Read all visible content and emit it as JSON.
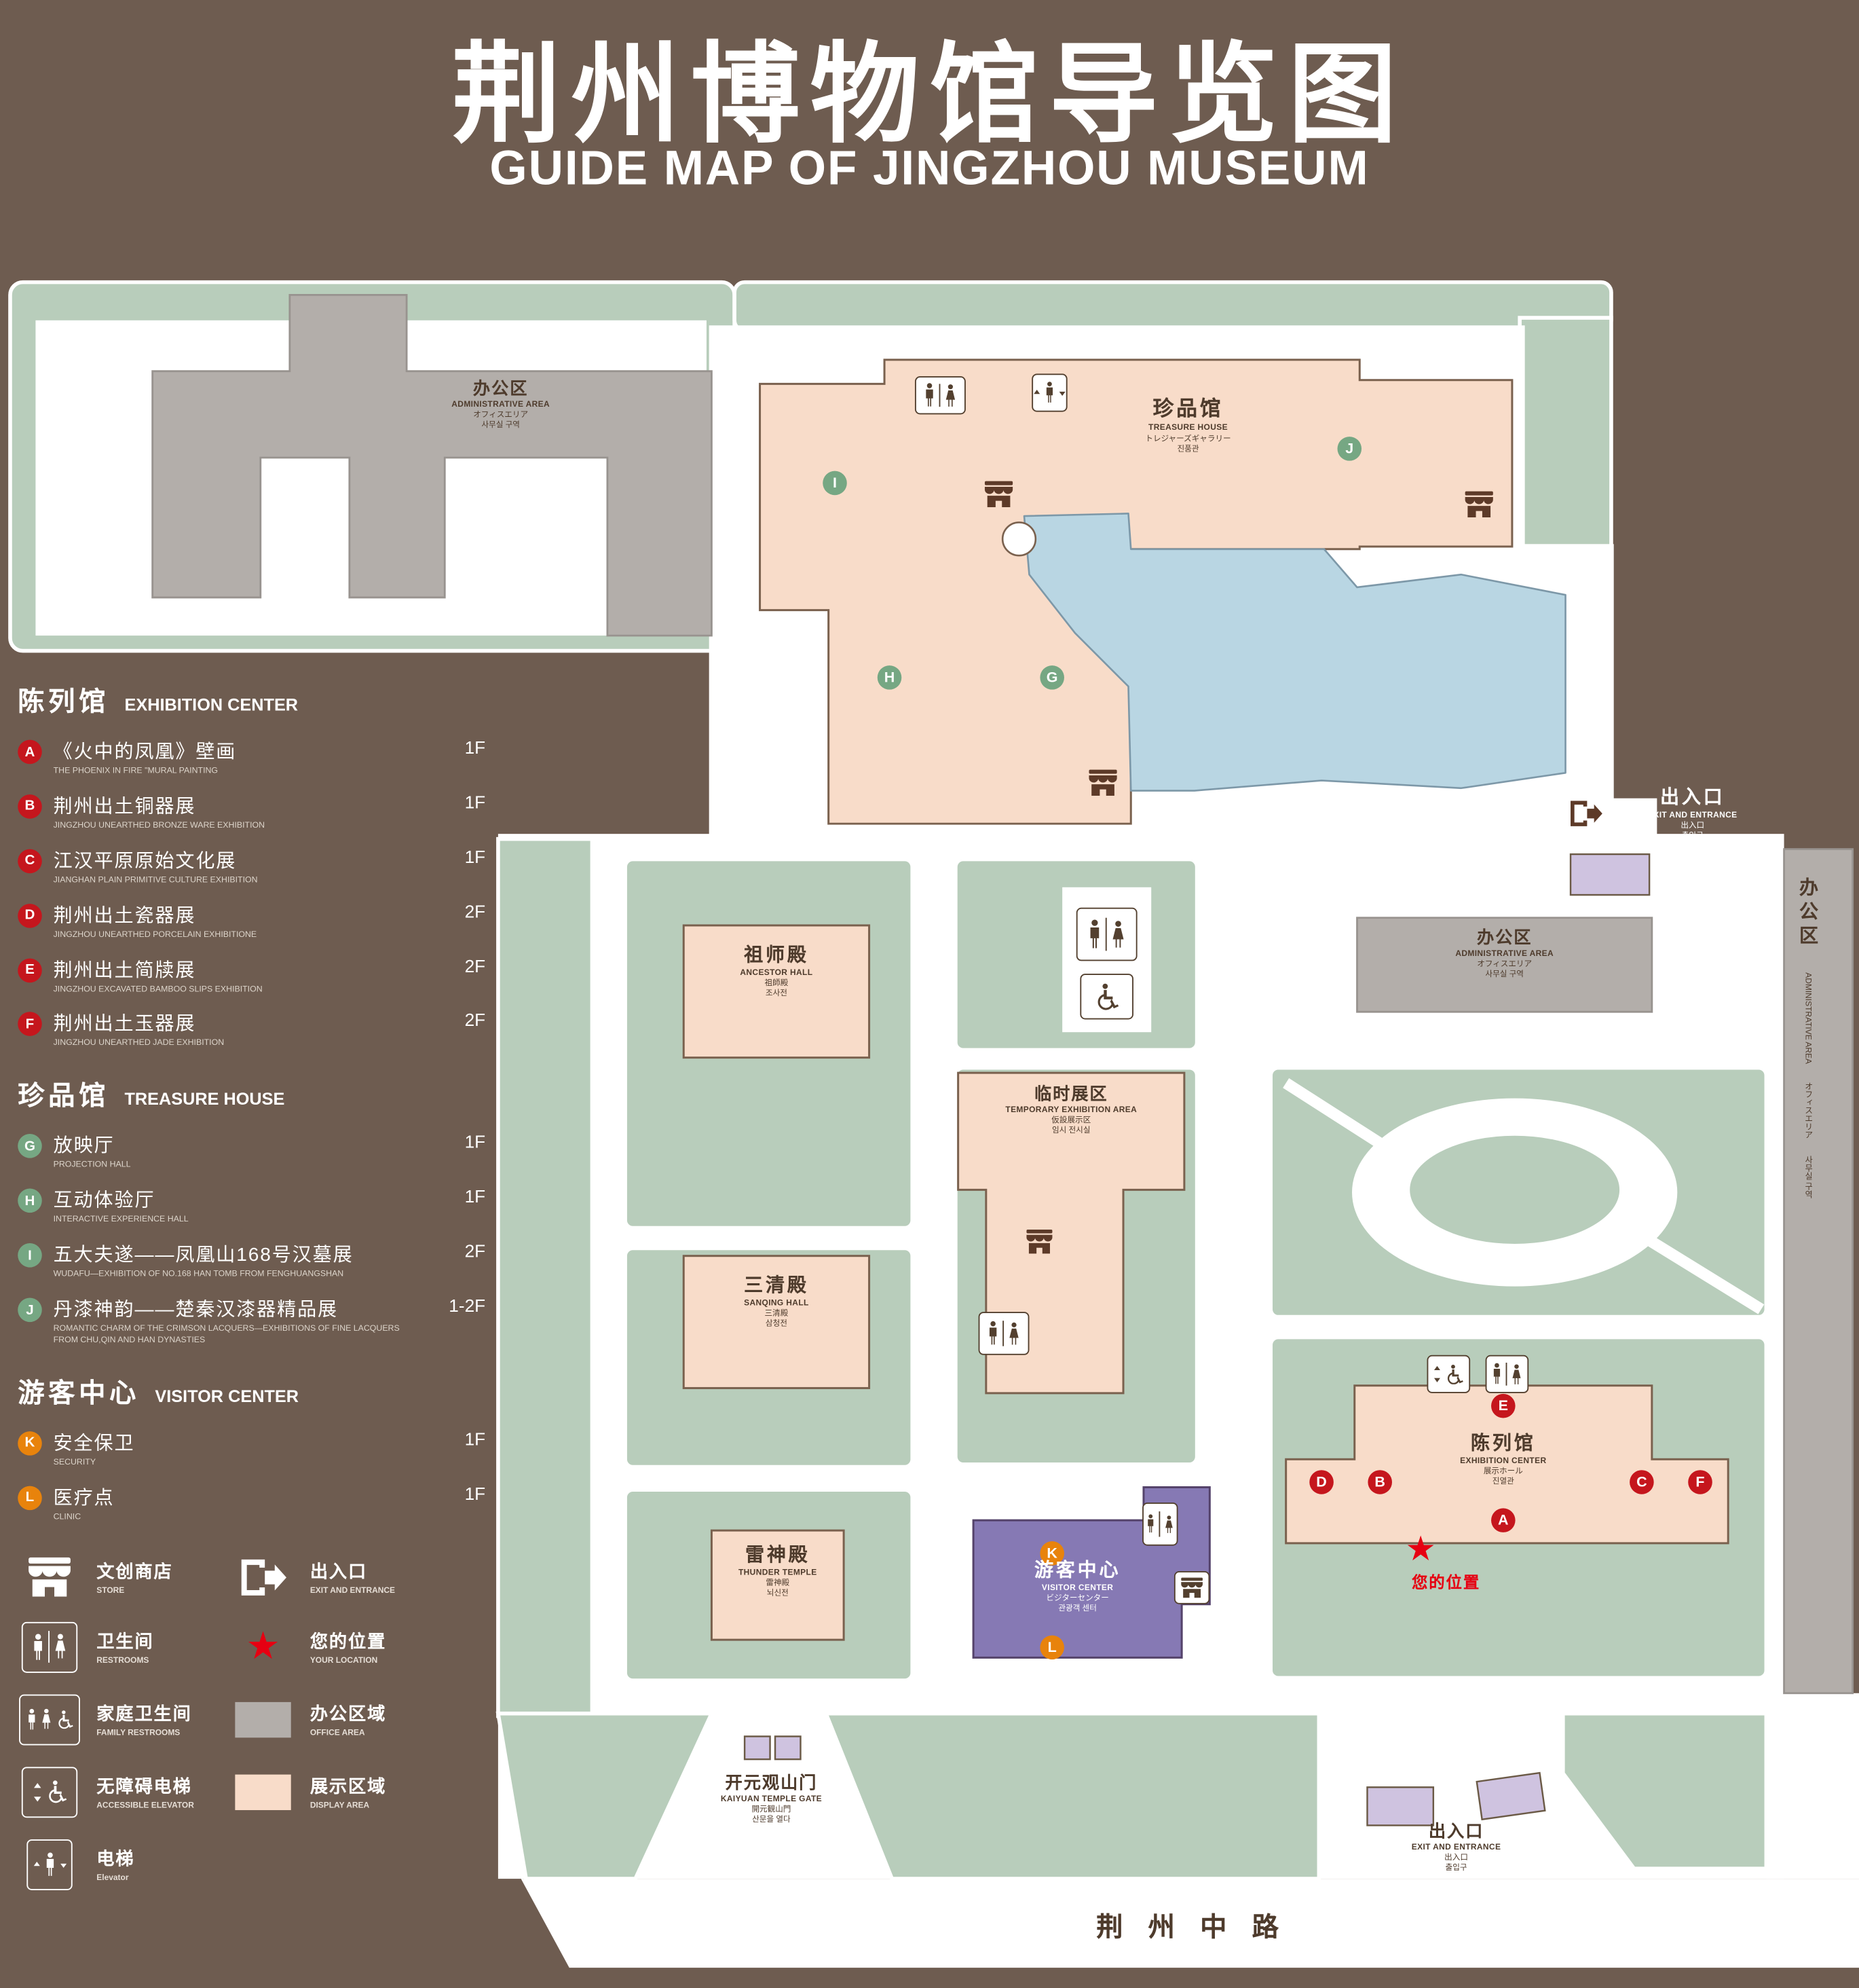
{
  "title": {
    "zh": "荆州博物馆导览图",
    "en": "GUIDE MAP OF JINGZHOU MUSEUM"
  },
  "colors": {
    "background": "#6e5c50",
    "landscape": "#b8cdbb",
    "display_area": "#f8dcc9",
    "office_area": "#b3aeaa",
    "water": "#b9d6e3",
    "visitor_center": "#8679b4",
    "entrance": "#cfc3e0",
    "marker_red": "#c5161d",
    "marker_green": "#76a783",
    "marker_orange": "#e8830c",
    "your_location_red": "#e60012"
  },
  "icons": {
    "star": "★"
  },
  "legend": {
    "sections": [
      {
        "zh": "陈列馆",
        "en": "EXHIBITION CENTER",
        "items": [
          {
            "letter": "A",
            "zh": "《火中的凤凰》壁画",
            "en": "THE PHOENIX IN FIRE \"MURAL PAINTING",
            "floor": "1F"
          },
          {
            "letter": "B",
            "zh": "荆州出土铜器展",
            "en": "JINGZHOU UNEARTHED BRONZE WARE EXHIBITION",
            "floor": "1F"
          },
          {
            "letter": "C",
            "zh": "江汉平原原始文化展",
            "en": "JIANGHAN PLAIN PRIMITIVE CULTURE EXHIBITION",
            "floor": "1F"
          },
          {
            "letter": "D",
            "zh": "荆州出土瓷器展",
            "en": "JINGZHOU UNEARTHED PORCELAIN EXHIBITIONE",
            "floor": "2F"
          },
          {
            "letter": "E",
            "zh": "荆州出土简牍展",
            "en": "JINGZHOU EXCAVATED BAMBOO SLIPS EXHIBITION",
            "floor": "2F"
          },
          {
            "letter": "F",
            "zh": "荆州出土玉器展",
            "en": "JINGZHOU UNEARTHED JADE EXHIBITION",
            "floor": "2F"
          }
        ]
      },
      {
        "zh": "珍品馆",
        "en": "TREASURE HOUSE",
        "items": [
          {
            "letter": "G",
            "zh": "放映厅",
            "en": "PROJECTION HALL",
            "floor": "1F"
          },
          {
            "letter": "H",
            "zh": "互动体验厅",
            "en": "INTERACTIVE EXPERIENCE HALL",
            "floor": "1F"
          },
          {
            "letter": "I",
            "zh": "五大夫遂——凤凰山168号汉墓展",
            "en": "WUDAFU—EXHIBITION OF NO.168 HAN TOMB FROM FENGHUANGSHAN",
            "floor": "2F"
          },
          {
            "letter": "J",
            "zh": "丹漆神韵——楚秦汉漆器精品展",
            "en": "ROMANTIC CHARM OF THE CRIMSON LACQUERS—EXHIBITIONS OF FINE LACQUERS FROM CHU,QIN AND HAN DYNASTIES",
            "floor": "1-2F"
          }
        ]
      },
      {
        "zh": "游客中心",
        "en": "VISITOR CENTER",
        "items": [
          {
            "letter": "K",
            "zh": "安全保卫",
            "en": "SECURITY",
            "floor": "1F"
          },
          {
            "letter": "L",
            "zh": "医疗点",
            "en": "CLINIC",
            "floor": "1F"
          }
        ]
      }
    ],
    "symbols": [
      {
        "icon": "store-icon",
        "zh": "文创商店",
        "en": "STORE"
      },
      {
        "icon": "exit-icon",
        "zh": "出入口",
        "en": "EXIT AND ENTRANCE"
      },
      {
        "icon": "restroom-icon",
        "zh": "卫生间",
        "en": "RESTROOMS"
      },
      {
        "icon": "location-star-icon",
        "zh": "您的位置",
        "en": "YOUR LOCATION"
      },
      {
        "icon": "family-restroom-icon",
        "zh": "家庭卫生间",
        "en": "FAMILY RESTROOMS"
      },
      {
        "icon": "office-area-swatch",
        "zh": "办公区域",
        "en": "OFFICE AREA"
      },
      {
        "icon": "accessible-elevator-icon",
        "zh": "无障碍电梯",
        "en": "ACCESSIBLE ELEVATOR"
      },
      {
        "icon": "display-area-swatch",
        "zh": "展示区域",
        "en": "DISPLAY AREA"
      },
      {
        "icon": "elevator-icon",
        "zh": "电梯",
        "en": "Elevator"
      }
    ]
  },
  "map": {
    "places": {
      "admin": {
        "zh": "办公区",
        "en": "ADMINISTRATIVE AREA",
        "ja": "オフィスエリア",
        "ko": "사무실 구역"
      },
      "treasure_house": {
        "zh": "珍品馆",
        "en": "TREASURE HOUSE",
        "ja": "トレジャーズギャラリー",
        "ko": "진품관"
      },
      "ancestor_hall": {
        "zh": "祖师殿",
        "en": "ANCESTOR HALL",
        "ja": "祖師殿",
        "ko": "조사전"
      },
      "temporary_exhibition": {
        "zh": "临时展区",
        "en": "TEMPORARY EXHIBITION AREA",
        "ja": "仮設展示区",
        "ko": "임시 전시실"
      },
      "sanqing_hall": {
        "zh": "三清殿",
        "en": "SANQING HALL",
        "ja": "三清殿",
        "ko": "삼청전"
      },
      "thunder_temple": {
        "zh": "雷神殿",
        "en": "THUNDER TEMPLE",
        "ja": "雷神殿",
        "ko": "뇌신전"
      },
      "visitor_center": {
        "zh": "游客中心",
        "en": "VISITOR CENTER",
        "ja": "ビジターセンター",
        "ko": "관광객 센터"
      },
      "exhibition_center": {
        "zh": "陈列馆",
        "en": "EXHIBITION CENTER",
        "ja": "展示ホール",
        "ko": "진열관"
      },
      "exit": {
        "zh": "出入口",
        "en": "EXIT AND ENTRANCE",
        "ja": "出入口",
        "ko": "출입구"
      },
      "gate": {
        "zh": "开元观山门",
        "en": "KAIYUAN TEMPLE GATE",
        "ja": "開元観山門",
        "ko": "산문을 열다"
      },
      "your_location": {
        "zh": "您的位置"
      },
      "road": {
        "zh": "荆 州 中 路"
      }
    },
    "markers": {
      "A": "A",
      "B": "B",
      "C": "C",
      "D": "D",
      "E": "E",
      "F": "F",
      "G": "G",
      "H": "H",
      "I": "I",
      "J": "J",
      "K": "K",
      "L": "L"
    }
  }
}
